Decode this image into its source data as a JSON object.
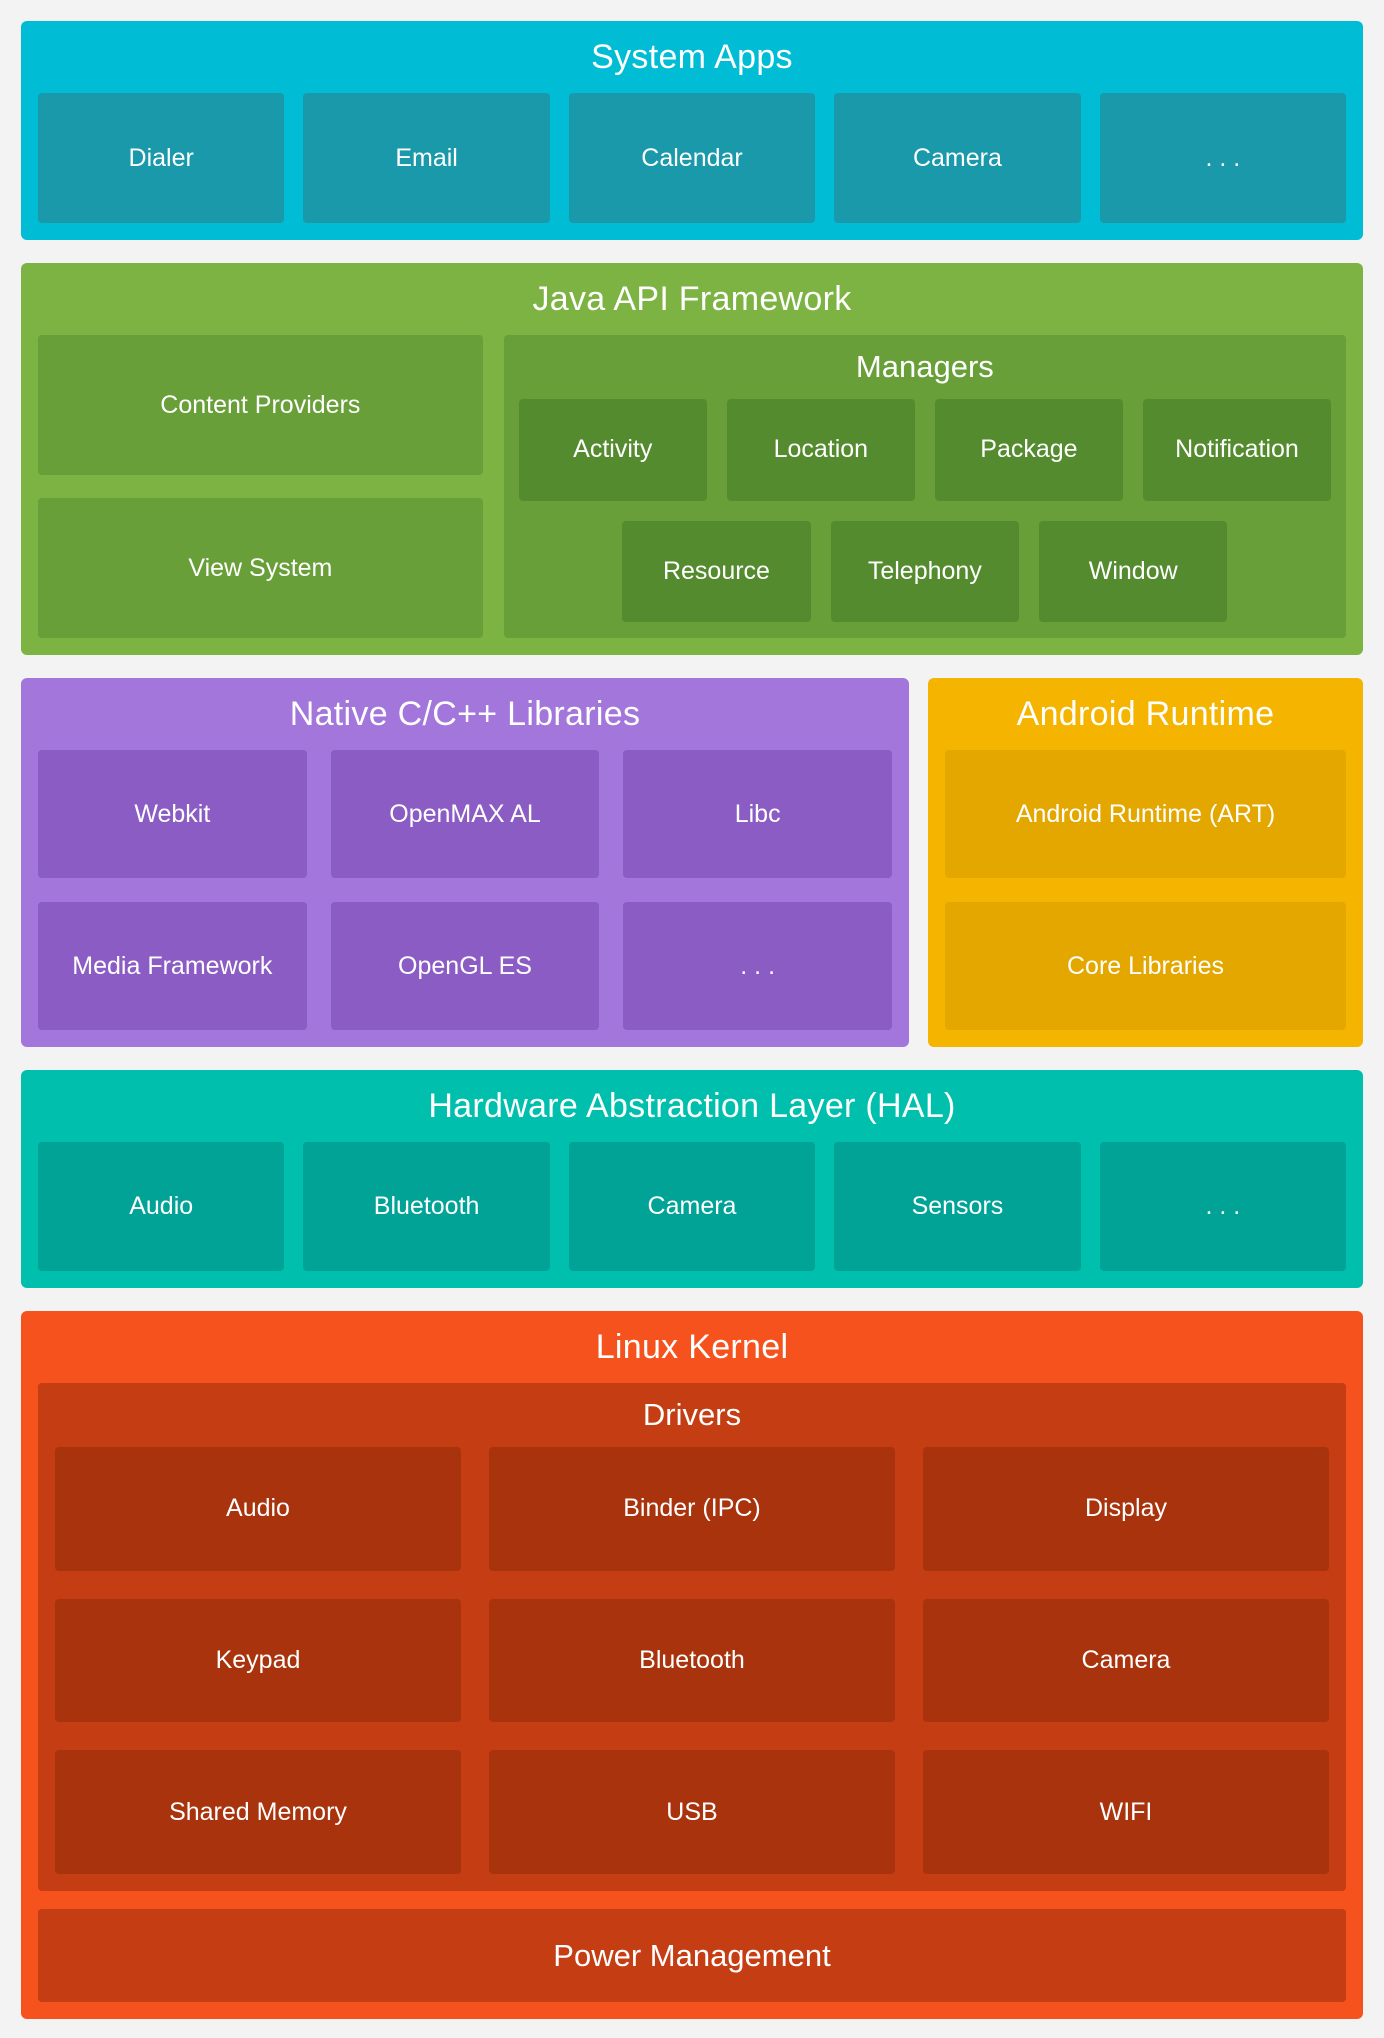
{
  "colors": {
    "background": "#f2f3f2",
    "system_apps": "#00bcd4",
    "system_apps_box": "#1999a9",
    "java_api": "#7cb342",
    "java_api_mid": "#689f38",
    "java_api_box": "#558b2f",
    "native_libs": "#a276db",
    "native_libs_box": "#8b5dc4",
    "android_runtime": "#f4b400",
    "android_runtime_box": "#e4a700",
    "hal": "#00bfad",
    "hal_box": "#00a396",
    "linux_kernel": "#f5521d",
    "drivers_panel": "#c53d13",
    "driver_box": "#a8330d"
  },
  "sections": {
    "system_apps": {
      "title": "System Apps",
      "items": [
        "Dialer",
        "Email",
        "Calendar",
        "Camera",
        ". . ."
      ]
    },
    "java_api": {
      "title": "Java API Framework",
      "left_items": [
        "Content Providers",
        "View System"
      ],
      "managers": {
        "title": "Managers",
        "row1": [
          "Activity",
          "Location",
          "Package",
          "Notification"
        ],
        "row2": [
          "Resource",
          "Telephony",
          "Window"
        ]
      }
    },
    "native_libs": {
      "title": "Native C/C++ Libraries",
      "items": [
        "Webkit",
        "OpenMAX AL",
        "Libc",
        "Media Framework",
        "OpenGL ES",
        ". . ."
      ]
    },
    "android_runtime": {
      "title": "Android Runtime",
      "items": [
        "Android Runtime (ART)",
        "Core Libraries"
      ]
    },
    "hal": {
      "title": "Hardware Abstraction Layer (HAL)",
      "items": [
        "Audio",
        "Bluetooth",
        "Camera",
        "Sensors",
        ". . ."
      ]
    },
    "linux_kernel": {
      "title": "Linux Kernel",
      "drivers": {
        "title": "Drivers",
        "items": [
          "Audio",
          "Binder (IPC)",
          "Display",
          "Keypad",
          "Bluetooth",
          "Camera",
          "Shared Memory",
          "USB",
          "WIFI"
        ]
      },
      "power_label": "Power Management"
    }
  }
}
